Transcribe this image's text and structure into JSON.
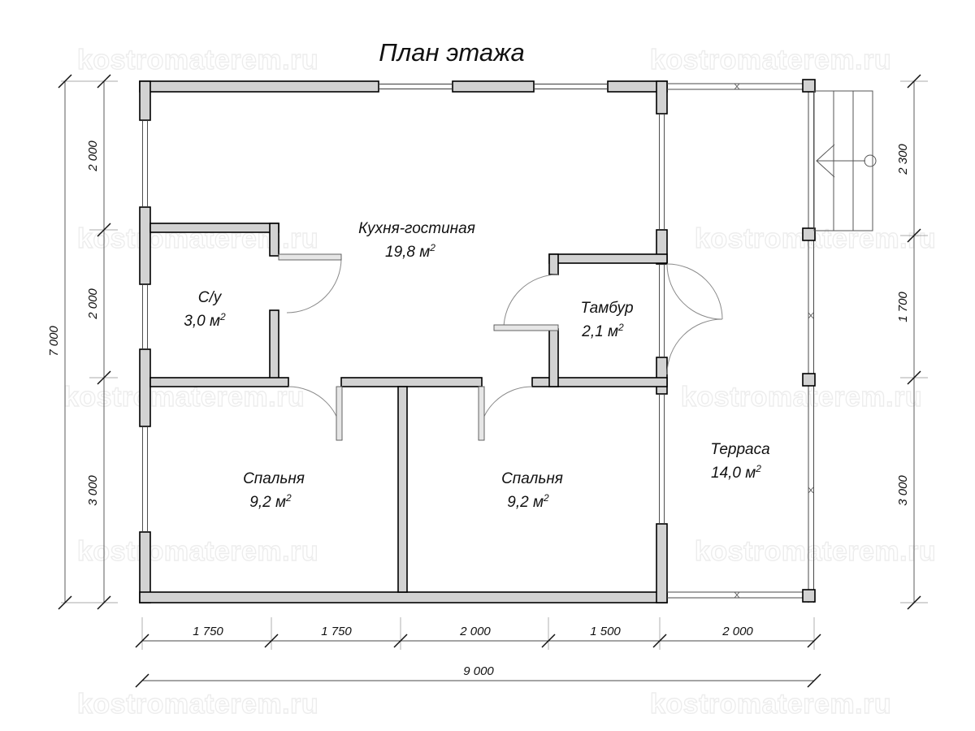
{
  "document": {
    "title": "План этажа",
    "watermark": "kostromaterem.ru"
  },
  "rooms": [
    {
      "id": "kitchen",
      "name": "Кухня-гостиная",
      "area": "19,8",
      "unit": "м",
      "unit_sup": "2"
    },
    {
      "id": "bathroom",
      "name": "С/у",
      "area": "3,0",
      "unit": "м",
      "unit_sup": "2"
    },
    {
      "id": "vestibule",
      "name": "Тамбур",
      "area": "2,1",
      "unit": "м",
      "unit_sup": "2"
    },
    {
      "id": "bedroom1",
      "name": "Спальня",
      "area": "9,2",
      "unit": "м",
      "unit_sup": "2"
    },
    {
      "id": "bedroom2",
      "name": "Спальня",
      "area": "9,2",
      "unit": "м",
      "unit_sup": "2"
    },
    {
      "id": "terrace",
      "name": "Терраса",
      "area": "14,0",
      "unit": "м",
      "unit_sup": "2"
    }
  ],
  "dimensions": {
    "bottom_chain": [
      "1 750",
      "1 750",
      "2 000",
      "1 500",
      "2 000"
    ],
    "bottom_total": "9 000",
    "left_chain": [
      "2 000",
      "2 000",
      "3 000"
    ],
    "left_total": "7 000",
    "right_chain": [
      "2 300",
      "1 700",
      "3 000"
    ]
  },
  "colors": {
    "wall_fill": "#d2d2d2",
    "wall_stroke": "#000000",
    "text": "#111111",
    "dim_line": "#4a4a4a",
    "watermark": "#ededed"
  }
}
